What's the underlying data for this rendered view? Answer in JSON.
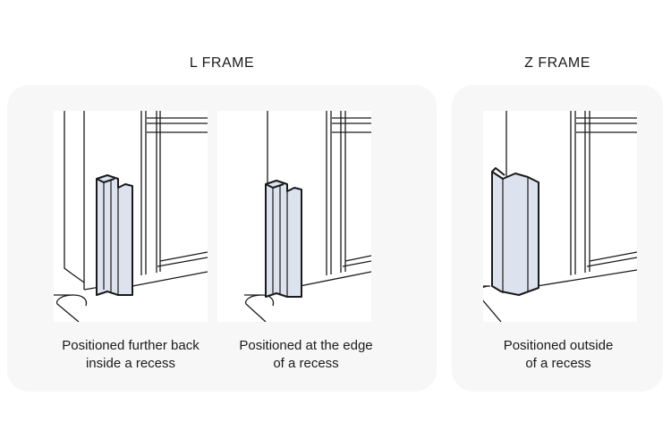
{
  "sections": {
    "l_frame": {
      "title": "L FRAME"
    },
    "z_frame": {
      "title": "Z FRAME"
    }
  },
  "captions": [
    {
      "line1": "Positioned further back",
      "line2": "inside a recess"
    },
    {
      "line1": "Positioned at the edge",
      "line2": "of a recess"
    },
    {
      "line1": "Positioned outside",
      "line2": "of a recess"
    }
  ],
  "colors": {
    "panel_background": "#f7f7f8",
    "frame_fill": "#dde3ee",
    "line": "#1a1a1a"
  }
}
